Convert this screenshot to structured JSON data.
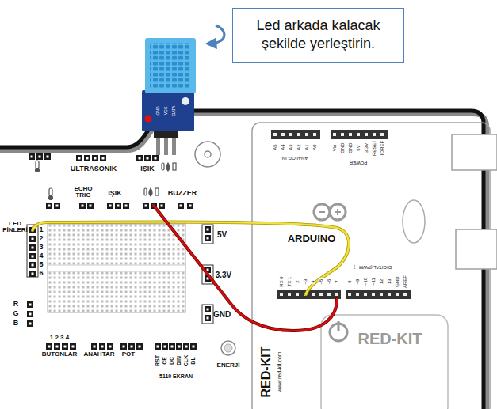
{
  "diagram": {
    "nodes": [
      {
        "text": [
          "Led arkada kalacak şekilde yerleştirin."
        ]
      }
    ],
    "labels": [
      "ULTRASONİK",
      "IŞIK",
      "ECHO TRIG",
      "IŞIK",
      "BUZZER",
      "LED PİNLERİ",
      "1",
      "2",
      "3",
      "4",
      "5",
      "6",
      "5V",
      "3.3V",
      "GND",
      "R",
      "G",
      "B",
      "1 2 3 4",
      "BUTONLAR",
      "ANAHTAR",
      "POT",
      "RST",
      "CE",
      "DC",
      "DIN",
      "CLK",
      "BL",
      "5110 EKRAN",
      "ENERJİ",
      "ARDUINO",
      "ANALOG IN",
      "A0",
      "A1",
      "A2",
      "A3",
      "A4",
      "A5",
      "POWER",
      "IOREF",
      "RESET",
      "3.3V",
      "5V",
      "GND",
      "GND",
      "Vin",
      "DIGITAL (PWM ~)",
      "AREF",
      "GND",
      "13",
      "12",
      "~11",
      "~10",
      "~9",
      "8",
      "7",
      "~6",
      "~5",
      "4",
      "~3",
      "2",
      "TX 1",
      "RX 0",
      "RED-KIT",
      "www.red-kit.com",
      "RED-KIT",
      "GND",
      "VCC",
      "DATA"
    ]
  }
}
